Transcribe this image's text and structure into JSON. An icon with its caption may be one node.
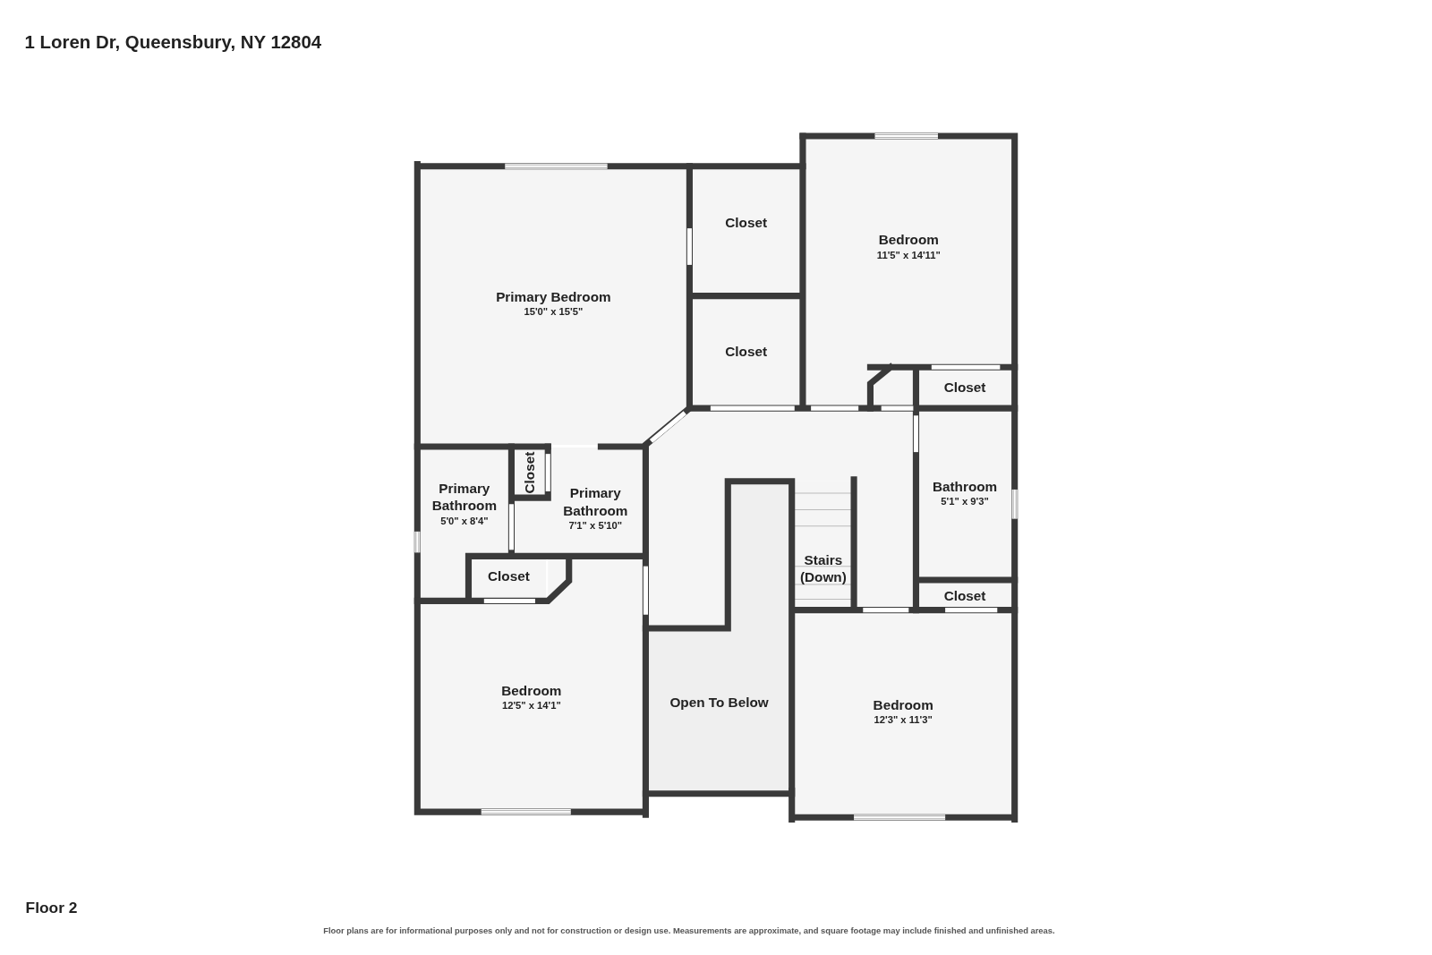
{
  "diagram": {
    "title": "1 Loren Dr, Queensbury, NY 12804",
    "nodes": [
      {
        "text": [
          "Closet"
        ]
      },
      {
        "text": [
          "Bedroom",
          "11'5\" x 14'11\""
        ]
      },
      {
        "text": [
          "Primary Bedroom",
          "15'0\" x 15'5\""
        ]
      },
      {
        "text": [
          "Closet"
        ]
      },
      {
        "text": [
          "Closet"
        ]
      },
      {
        "text": [
          "Closet"
        ]
      },
      {
        "text": [
          "Primary Bathroom",
          "7'1\" x 5'10\""
        ]
      },
      {
        "text": [
          "Bathroom",
          "5'1\" x 9'3\""
        ]
      },
      {
        "text": [
          "Primary Bathroom",
          "5'0\" x 8'4\""
        ]
      },
      {
        "text": [
          "Stairs (Down)"
        ]
      },
      {
        "text": [
          "Closet"
        ]
      },
      {
        "text": [
          "Closet"
        ]
      },
      {
        "text": [
          "Bedroom",
          "12'5\" x 14'1\""
        ]
      },
      {
        "text": [
          "Open To Below"
        ]
      },
      {
        "text": [
          "Bedroom",
          "12'3\" x 11'3\""
        ]
      }
    ],
    "labels": [
      "Floor 2"
    ],
    "caption": "Floor plans are for informational purposes only and not for construction or design use. Measurements are approximate, and square footage may include finished and unfinished areas."
  }
}
